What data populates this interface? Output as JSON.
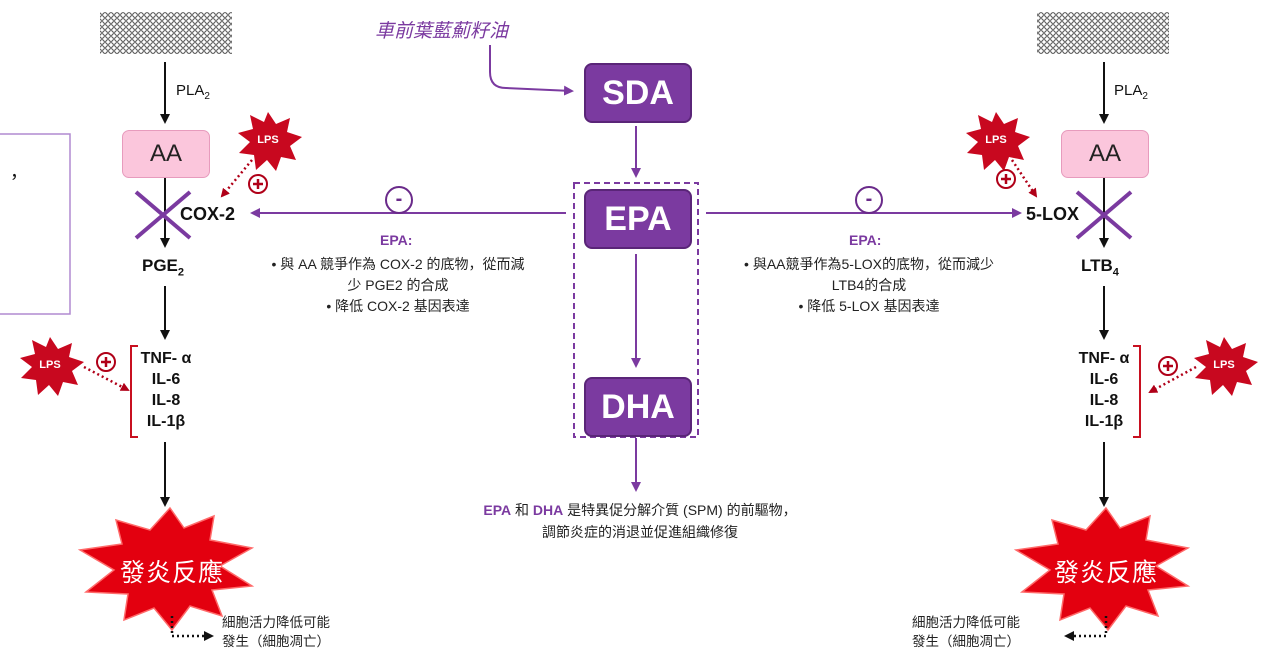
{
  "source_label": "車前葉藍薊籽油",
  "sda_label": "SDA",
  "epa_label": "EPA",
  "dha_label": "DHA",
  "left_panel": {
    "stray_mark": "，",
    "pla_prefix": "PLA",
    "pla_sub": "2",
    "aa_label": "AA",
    "lps_label": "LPS",
    "enzyme": "COX-2",
    "product_main": "PGE",
    "product_sub": "2",
    "cytokines": [
      "TNF- α",
      "IL-6",
      "IL-8",
      "IL-1β"
    ],
    "inflammation_label": "發炎反應",
    "cell_text": [
      "細胞活力降低可能",
      "發生（細胞凋亡）"
    ],
    "epa_title": "EPA:",
    "epa_points": [
      "• 與 AA 競爭作為 COX-2 的底物，從而減",
      "少 PGE2 的合成",
      "• 降低 COX-2 基因表達"
    ]
  },
  "right_panel": {
    "pla_prefix": "PLA",
    "pla_sub": "2",
    "aa_label": "AA",
    "lps_label": "LPS",
    "enzyme": "5-LOX",
    "product_main": "LTB",
    "product_sub": "4",
    "cytokines": [
      "TNF- α",
      "IL-6",
      "IL-8",
      "IL-1β"
    ],
    "inflammation_label": "發炎反應",
    "cell_text": [
      "細胞活力降低可能",
      "發生（細胞凋亡）"
    ],
    "epa_title": "EPA:",
    "epa_points": [
      "• 與AA競爭作為5-LOX的底物，從而減少",
      "LTB4的合成",
      "• 降低 5-LOX 基因表達"
    ]
  },
  "inhibit_symbol": "-",
  "plus_symbol": "+",
  "spm_text": {
    "epa": "EPA",
    "and": " 和 ",
    "dha": "DHA",
    "rest": " 是特異促分解介質 (SPM) 的前驅物，",
    "line2": "調節炎症的消退並促進組織修復"
  },
  "colors": {
    "purple": "#7b3aa0",
    "pink": "#fbc6dc",
    "red": "#e3000f",
    "dark_red": "#b00018",
    "burst_red": "#c8081f"
  }
}
